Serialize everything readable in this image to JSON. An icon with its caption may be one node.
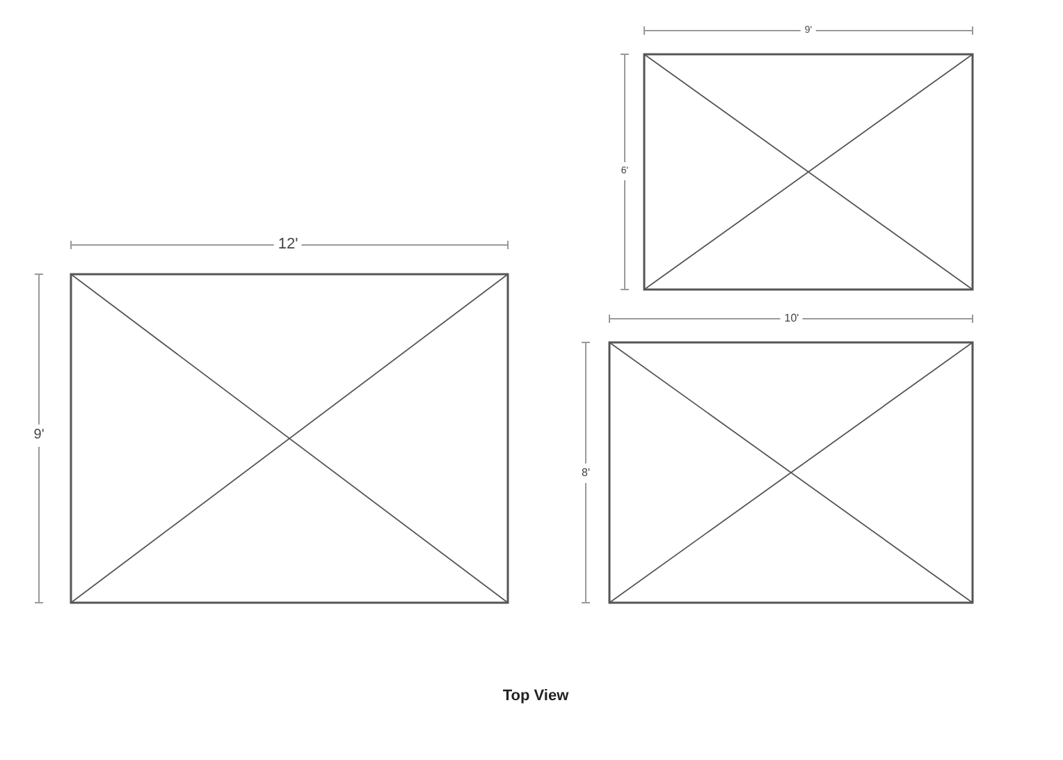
{
  "diagram": {
    "caption": "Top View",
    "labels": [
      "9'",
      "6'",
      "12'",
      "10'",
      "9'",
      "8'"
    ]
  }
}
